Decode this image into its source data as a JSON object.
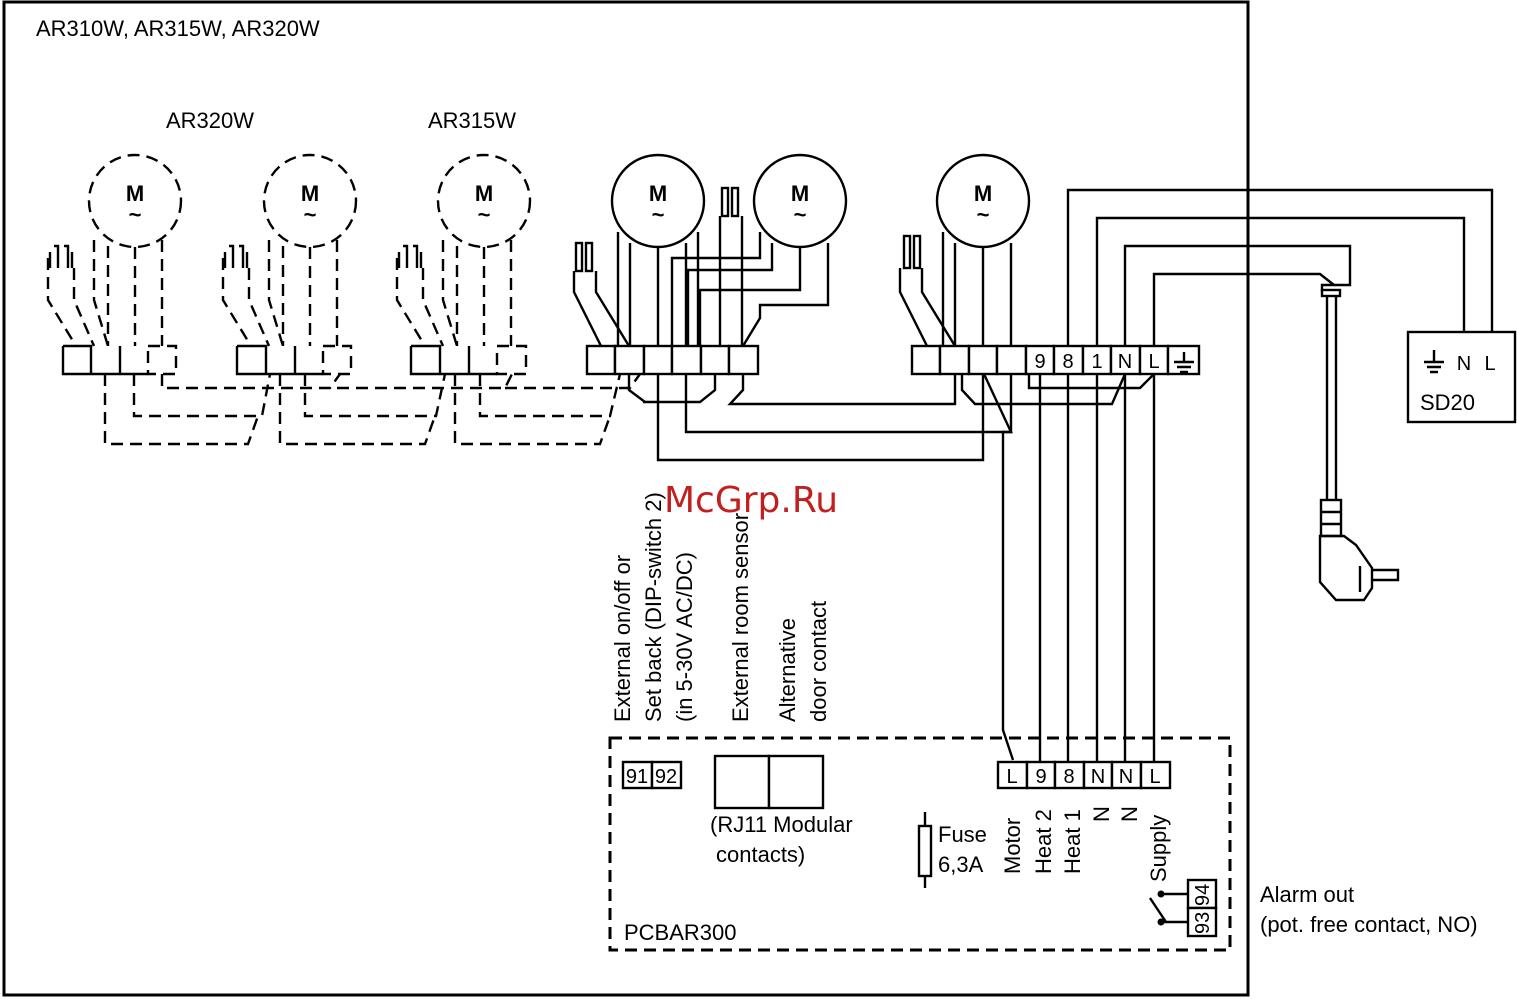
{
  "title": "AR310W, AR315W, AR320W",
  "model_labels": [
    "AR320W",
    "AR315W"
  ],
  "motor_symbol": "M",
  "motor_tilde": "~",
  "main_terminals": [
    "9",
    "8",
    "1",
    "N",
    "L"
  ],
  "ground_symbol": "earth-ground-icon",
  "control_labels": {
    "ext_onoff_1": "External on/off or",
    "ext_onoff_2": "Set back (DIP-switch 2)",
    "ext_onoff_3": "(in 5-30V AC/DC)",
    "room_sensor": "External room sensor",
    "door_1": "Alternative",
    "door_2": "door contact"
  },
  "pcb": {
    "name": "PCBAR300",
    "terminal_91": "91",
    "terminal_92": "92",
    "rj11_1": "(RJ11 Modular",
    "rj11_2": "contacts)",
    "fuse_1": "Fuse",
    "fuse_2": "6,3A",
    "terminals": [
      "L",
      "9",
      "8",
      "N",
      "N",
      "L"
    ],
    "terminal_labels": [
      "Motor",
      "Heat 2",
      "Heat 1",
      "N",
      "N",
      "Supply"
    ],
    "terminal_93": "93",
    "terminal_94": "94"
  },
  "alarm": {
    "line1": "Alarm out",
    "line2": "(pot. free contact, NO)"
  },
  "sd20": {
    "name": "SD20",
    "n": "N",
    "l": "L"
  },
  "watermark": "McGrp.Ru"
}
